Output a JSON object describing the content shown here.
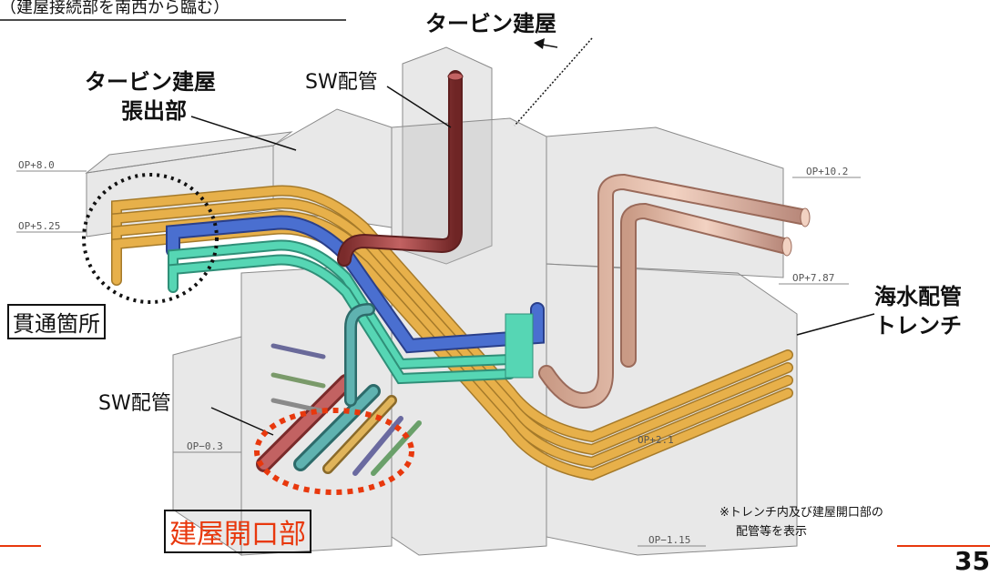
{
  "header": {
    "subtitle": "（建屋接続部を南西から臨む）"
  },
  "labels": {
    "turbine_building": "タービン建屋",
    "turbine_annex_line1": "タービン建屋",
    "turbine_annex_line2": "張出部",
    "sw_pipe_top": "SW配管",
    "sw_pipe_bottom": "SW配管",
    "seawater_trench_line1": "海水配管",
    "seawater_trench_line2": "トレンチ",
    "penetration": "貫通箇所",
    "building_opening": "建屋開口部",
    "note_line1": "※トレンチ内及び建屋開口部の",
    "note_line2": "配管等を表示",
    "page_number": "35"
  },
  "elevations": {
    "op_8_0": "OP+8.0",
    "op_5_25": "OP+5.25",
    "op_10_2": "OP+10.2",
    "op_7_87": "OP+7.87",
    "op_minus_0_3": "OP−0.3",
    "op_2_1": "OP+2.1",
    "op_minus_1_15": "OP−1.15"
  },
  "colors": {
    "accent_red": "#e8380d",
    "concrete": "#b9b9b9",
    "pipe_orange": "#e7b04a",
    "pipe_blue": "#4a6fd0",
    "pipe_teal": "#56d6b4",
    "pipe_pink": "#d9a892",
    "pipe_red": "#9b3f3f"
  }
}
